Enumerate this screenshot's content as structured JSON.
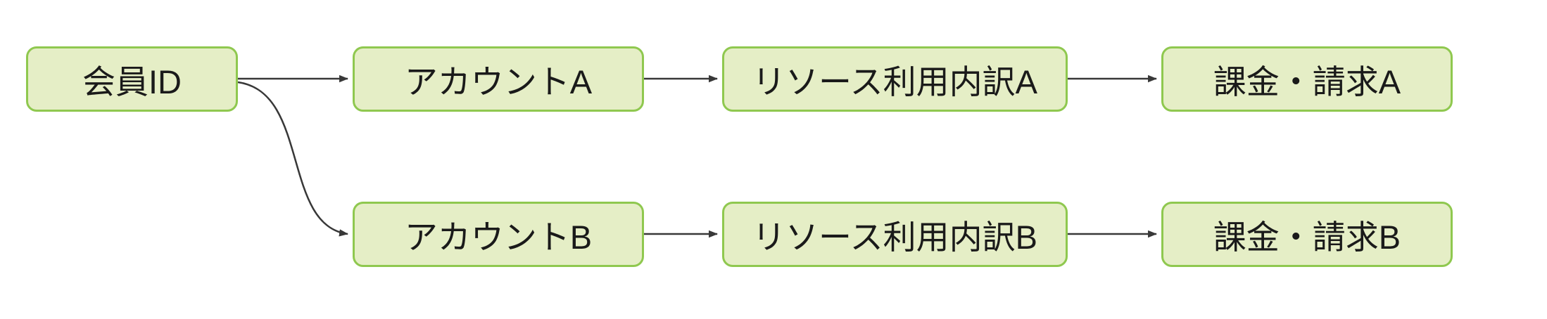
{
  "diagram": {
    "title": "member-id-to-billing-flow",
    "nodes": {
      "member_id": {
        "label": "会員ID"
      },
      "account_a": {
        "label": "アカウントA"
      },
      "resource_a": {
        "label": "リソース利用内訳A"
      },
      "billing_a": {
        "label": "課金・請求A"
      },
      "account_b": {
        "label": "アカウントB"
      },
      "resource_b": {
        "label": "リソース利用内訳B"
      },
      "billing_b": {
        "label": "課金・請求B"
      }
    },
    "edges": [
      {
        "from": "member_id",
        "to": "account_a",
        "style": "straight-arrow"
      },
      {
        "from": "member_id",
        "to": "account_b",
        "style": "curved-arrow"
      },
      {
        "from": "account_a",
        "to": "resource_a",
        "style": "straight-arrow"
      },
      {
        "from": "resource_a",
        "to": "billing_a",
        "style": "straight-arrow"
      },
      {
        "from": "account_b",
        "to": "resource_b",
        "style": "straight-arrow"
      },
      {
        "from": "resource_b",
        "to": "billing_b",
        "style": "straight-arrow"
      }
    ],
    "colors": {
      "node_fill": "#e5eec6",
      "node_border": "#8fc84f",
      "arrow": "#383838",
      "text": "#1a1a1a",
      "background": "#ffffff"
    }
  }
}
